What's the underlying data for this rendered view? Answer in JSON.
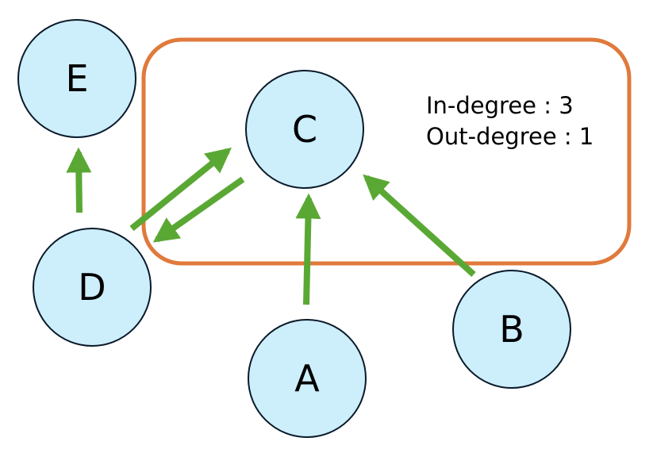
{
  "colors": {
    "node_fill": "#cdeefb",
    "node_stroke": "#0a1a2a",
    "edge": "#5aa834",
    "highlight_box": "#e07a3c"
  },
  "nodes": [
    {
      "id": "E",
      "label": "E"
    },
    {
      "id": "C",
      "label": "C"
    },
    {
      "id": "D",
      "label": "D"
    },
    {
      "id": "A",
      "label": "A"
    },
    {
      "id": "B",
      "label": "B"
    }
  ],
  "edges": [
    {
      "from": "D",
      "to": "E"
    },
    {
      "from": "D",
      "to": "C"
    },
    {
      "from": "C",
      "to": "D"
    },
    {
      "from": "A",
      "to": "C"
    },
    {
      "from": "B",
      "to": "C"
    }
  ],
  "highlight": {
    "node": "C",
    "in_degree_label": "In-degree : 3",
    "out_degree_label": "Out-degree : 1"
  }
}
